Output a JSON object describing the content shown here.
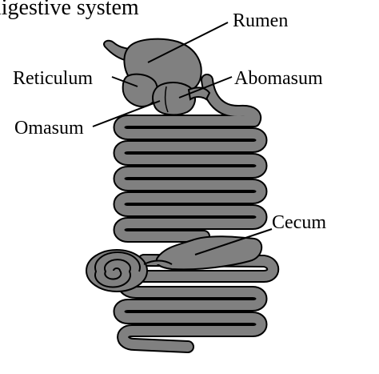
{
  "title": "ligestive system",
  "labels": {
    "rumen": "Rumen",
    "reticulum": "Reticulum",
    "abomasum": "Abomasum",
    "omasum": "Omasum",
    "cecum": "Cecum"
  },
  "colors": {
    "organ_fill": "#808080",
    "outline": "#000000",
    "highlight": "#ffffff"
  }
}
